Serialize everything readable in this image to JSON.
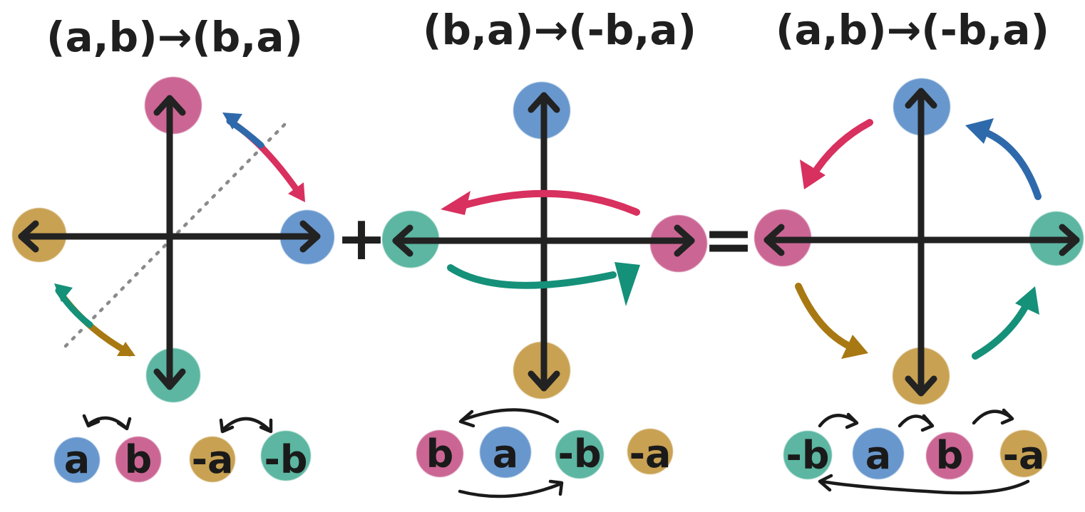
{
  "titles": {
    "left": "(a,b)→(b,a)",
    "middle": "(b,a)→(-b,a)",
    "right": "(a,b)→(-b,a)"
  },
  "operators": {
    "plus": "+",
    "equals": "="
  },
  "colors": {
    "blue": "#5b8fc9",
    "pink": "#c75a8b",
    "teal": "#4fb09a",
    "gold": "#c49a45",
    "arrow_red": "#d8305f",
    "arrow_blue": "#2e6aab",
    "arrow_green": "#159079",
    "arrow_gold": "#a87812",
    "dotted_line": "#8a8a8a"
  },
  "sequences": {
    "left": [
      "a",
      "b",
      "-a",
      "-b"
    ],
    "middle": [
      "b",
      "a",
      "-b",
      "-a"
    ],
    "right": [
      "-b",
      "a",
      "b",
      "-a"
    ]
  }
}
